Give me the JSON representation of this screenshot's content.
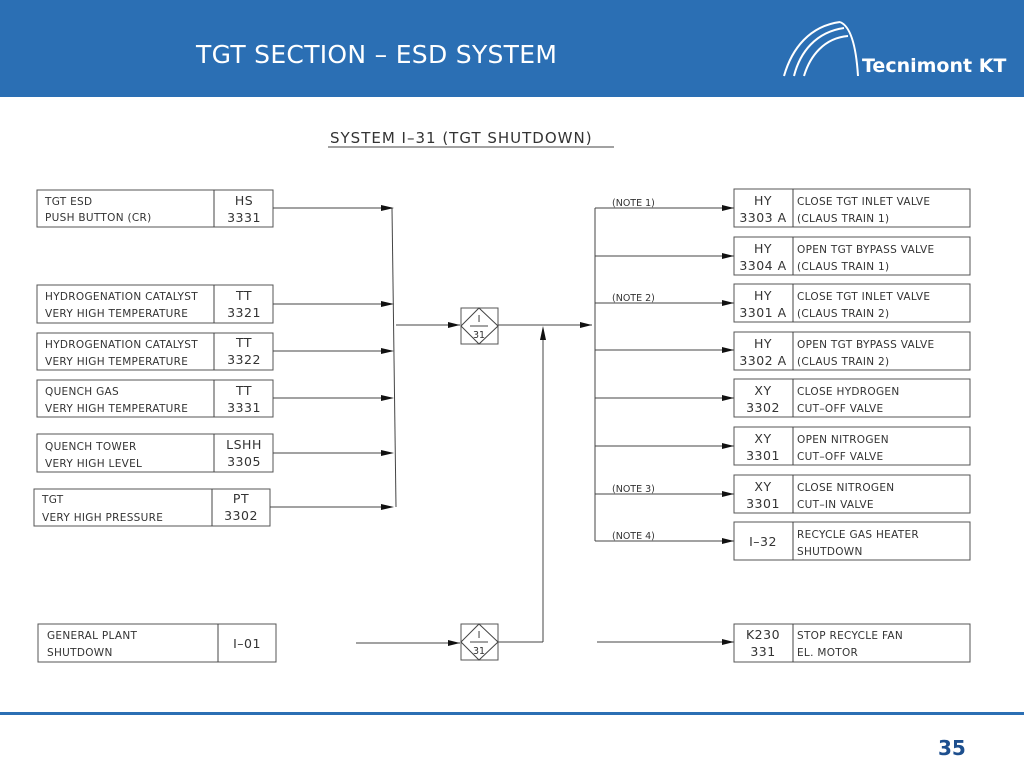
{
  "header": {
    "title": "TGT SECTION – ESD SYSTEM",
    "logo_text": "Tecnimont KT"
  },
  "system_title": "SYSTEM I–31 (TGT SHUTDOWN)",
  "inputs": [
    {
      "line1": "TGT ESD",
      "line2": "PUSH BUTTON (CR)",
      "tag1": "HS",
      "tag2": "3331"
    },
    {
      "line1": "HYDROGENATION CATALYST",
      "line2": "VERY HIGH TEMPERATURE",
      "tag1": "TT",
      "tag2": "3321"
    },
    {
      "line1": "HYDROGENATION CATALYST",
      "line2": "VERY HIGH TEMPERATURE",
      "tag1": "TT",
      "tag2": "3322"
    },
    {
      "line1": "QUENCH GAS",
      "line2": "VERY HIGH TEMPERATURE",
      "tag1": "TT",
      "tag2": "3331"
    },
    {
      "line1": "QUENCH TOWER",
      "line2": "VERY HIGH LEVEL",
      "tag1": "LSHH",
      "tag2": "3305"
    },
    {
      "line1": "TGT",
      "line2": "VERY HIGH PRESSURE",
      "tag1": "PT",
      "tag2": "3302"
    },
    {
      "line1": "GENERAL PLANT",
      "line2": "SHUTDOWN",
      "tag1": "I–01",
      "tag2": ""
    }
  ],
  "logic": {
    "top": "I",
    "bottom": "31"
  },
  "outputs": [
    {
      "tag1": "HY",
      "tag2": "3303 A",
      "line1": "CLOSE TGT INLET VALVE",
      "line2": "(CLAUS TRAIN 1)",
      "note": "(NOTE 1)"
    },
    {
      "tag1": "HY",
      "tag2": "3304 A",
      "line1": "OPEN TGT BYPASS VALVE",
      "line2": "(CLAUS TRAIN 1)",
      "note": ""
    },
    {
      "tag1": "HY",
      "tag2": "3301 A",
      "line1": "CLOSE TGT INLET VALVE",
      "line2": "(CLAUS TRAIN 2)",
      "note": "(NOTE 2)"
    },
    {
      "tag1": "HY",
      "tag2": "3302 A",
      "line1": "OPEN TGT BYPASS VALVE",
      "line2": "(CLAUS TRAIN 2)",
      "note": ""
    },
    {
      "tag1": "XY",
      "tag2": "3302",
      "line1": "CLOSE HYDROGEN",
      "line2": "CUT–OFF VALVE",
      "note": ""
    },
    {
      "tag1": "XY",
      "tag2": "3301",
      "line1": "OPEN NITROGEN",
      "line2": "CUT–OFF VALVE",
      "note": ""
    },
    {
      "tag1": "XY",
      "tag2": "3301",
      "line1": "CLOSE NITROGEN",
      "line2": "CUT–IN VALVE",
      "note": "(NOTE 3)"
    },
    {
      "tag1": "I–32",
      "tag2": "",
      "line1": "RECYCLE GAS HEATER",
      "line2": "SHUTDOWN",
      "note": "(NOTE 4)"
    },
    {
      "tag1": "K230",
      "tag2": "331",
      "line1": "STOP RECYCLE FAN",
      "line2": "EL. MOTOR",
      "note": ""
    }
  ],
  "page_number": "35"
}
